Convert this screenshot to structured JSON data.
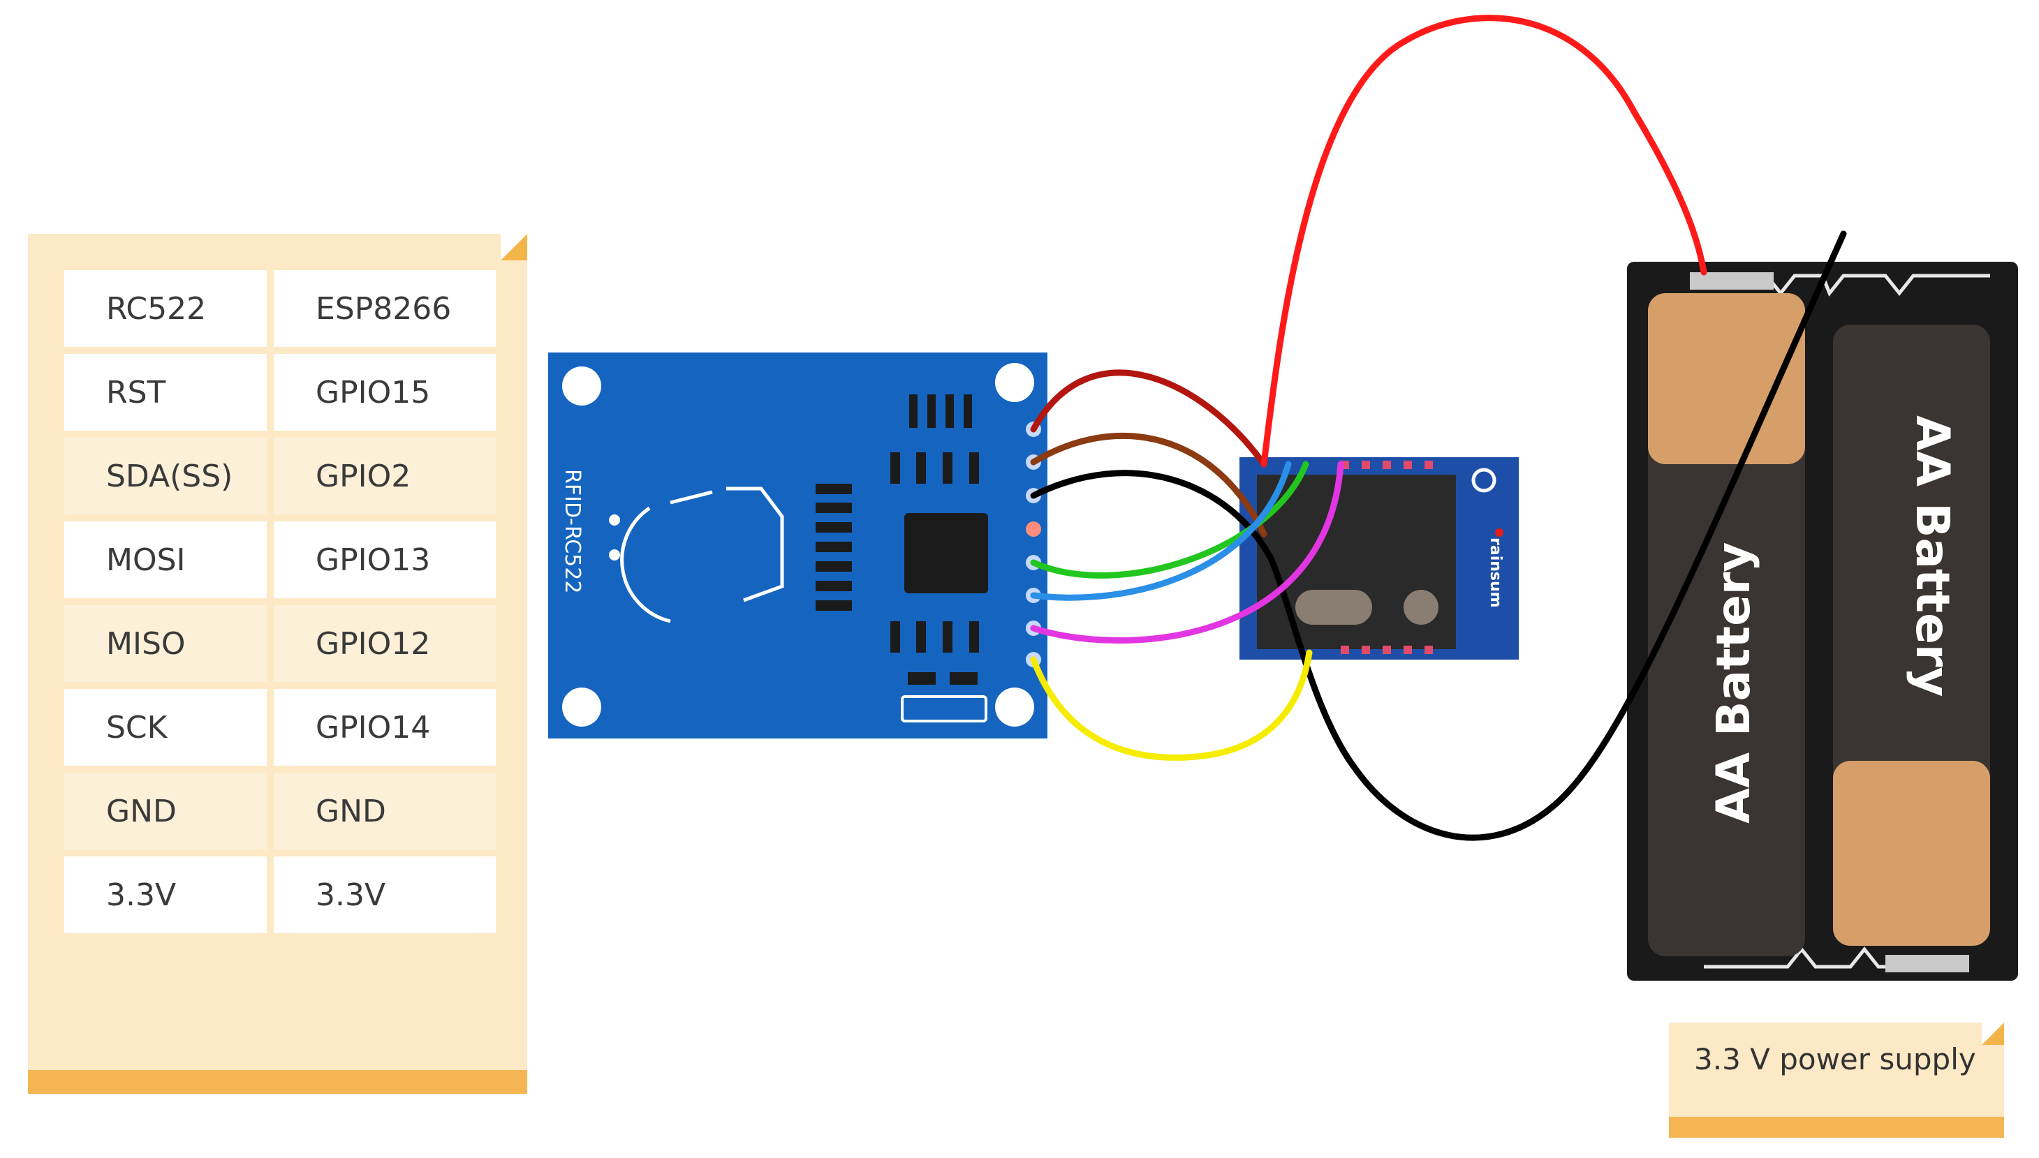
{
  "pin_table": {
    "header": [
      "RC522",
      "ESP8266"
    ],
    "rows": [
      [
        "RST",
        "GPIO15"
      ],
      [
        "SDA(SS)",
        "GPIO2"
      ],
      [
        "MOSI",
        "GPIO13"
      ],
      [
        "MISO",
        "GPIO12"
      ],
      [
        "SCK",
        "GPIO14"
      ],
      [
        "GND",
        "GND"
      ],
      [
        "3.3V",
        "3.3V"
      ]
    ]
  },
  "rfid_board": {
    "label": "RFID-RC522",
    "color": "#1565c0"
  },
  "esp_module": {
    "brand": "rainsum",
    "color": "#1e4fa8"
  },
  "battery_pack": {
    "battery_left_label": "AA Battery",
    "battery_right_label": "AA Battery"
  },
  "supply_note": {
    "label": "3.3 V power supply"
  },
  "wire_colors": {
    "rst": "#b3160f",
    "sda": "#8b3a12",
    "mosi": "#22c61f",
    "miso": "#e236e2",
    "sck": "#2a8fe6",
    "gnd": "#000000",
    "vcc": "#f5ec00",
    "power": "#ff1a1a"
  }
}
